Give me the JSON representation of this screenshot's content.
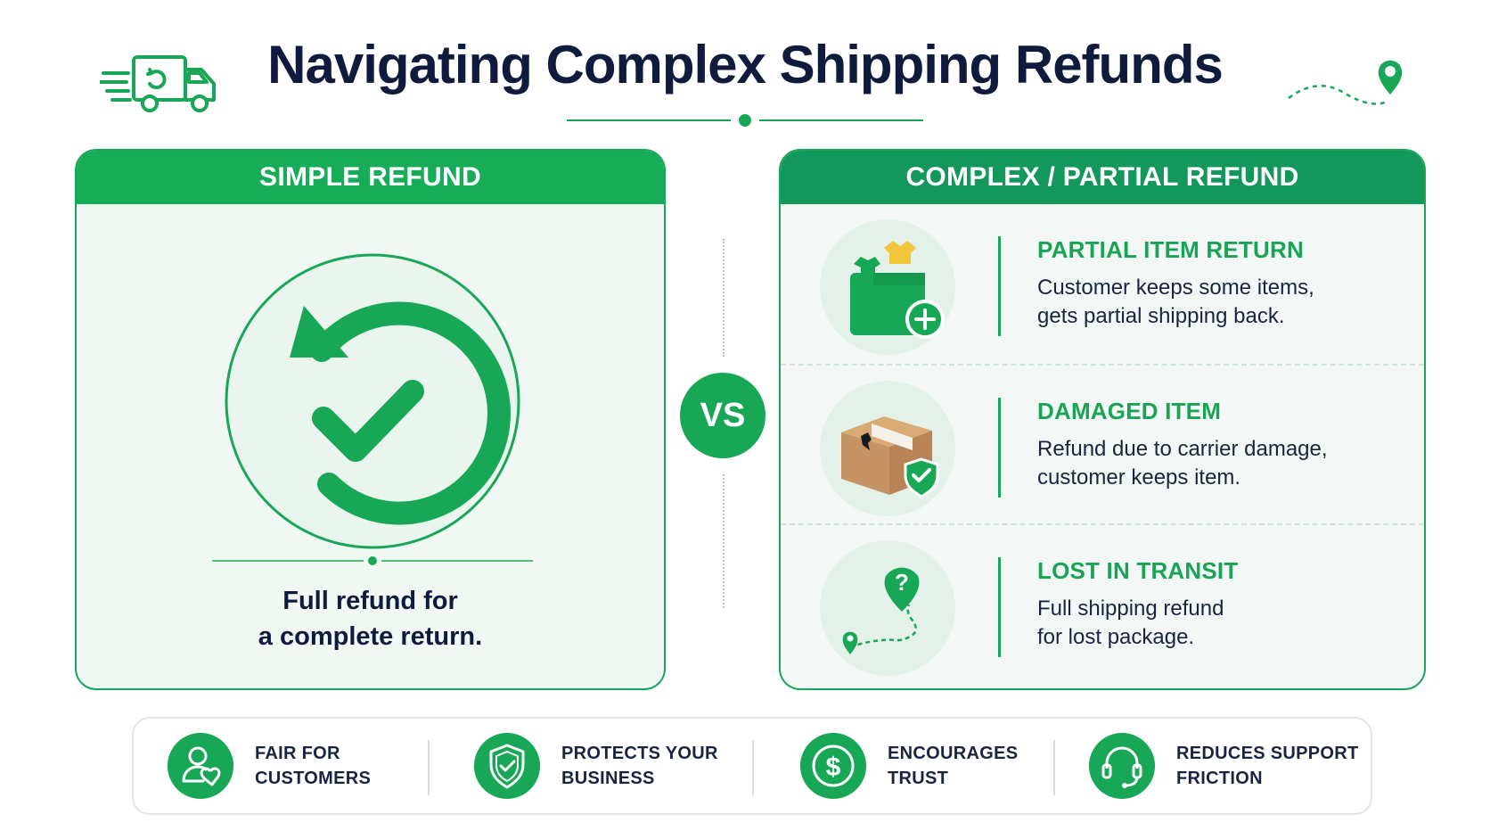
{
  "header": {
    "title": "Navigating Complex Shipping Refunds"
  },
  "simple": {
    "heading": "SIMPLE REFUND",
    "caption_line1": "Full refund for",
    "caption_line2": "a complete return.",
    "icon": "refund-check-icon"
  },
  "vs_label": "VS",
  "complex": {
    "heading": "COMPLEX / PARTIAL REFUND",
    "rows": [
      {
        "title": "PARTIAL ITEM RETURN",
        "desc_line1": "Customer keeps some items,",
        "desc_line2": "gets partial shipping back.",
        "icon": "bag-plus-icon"
      },
      {
        "title": "DAMAGED ITEM",
        "desc_line1": "Refund due to carrier damage,",
        "desc_line2": "customer keeps item.",
        "icon": "damaged-box-shield-icon"
      },
      {
        "title": "LOST IN TRANSIT",
        "desc_line1": "Full shipping refund",
        "desc_line2": "for lost package.",
        "icon": "lost-route-pin-icon"
      }
    ]
  },
  "benefits": [
    {
      "line1": "FAIR FOR",
      "line2": "CUSTOMERS",
      "icon": "user-heart-icon"
    },
    {
      "line1": "PROTECTS YOUR",
      "line2": "BUSINESS",
      "icon": "shield-check-icon"
    },
    {
      "line1": "ENCOURAGES",
      "line2": "TRUST",
      "icon": "dollar-coin-icon"
    },
    {
      "line1": "REDUCES SUPPORT",
      "line2": "FRICTION",
      "icon": "headset-icon"
    }
  ],
  "colors": {
    "primary_green": "#17a757",
    "dark_green": "#13975a",
    "navy": "#0f1b3d",
    "panel_bg": "#f1f8f4"
  }
}
